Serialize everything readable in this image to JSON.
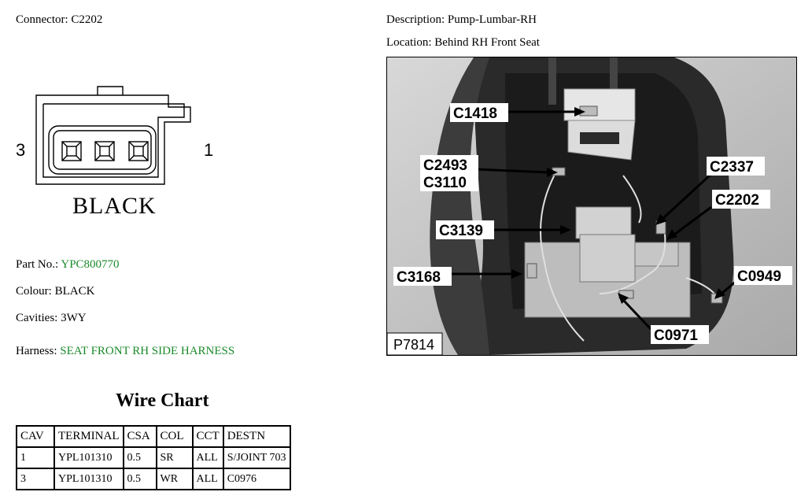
{
  "header": {
    "connector": "Connector: C2202",
    "description": "Description: Pump-Lumbar-RH",
    "location": "Location: Behind RH Front Seat"
  },
  "connector_diagram": {
    "pin_left": "3",
    "pin_right": "1",
    "color_label": "BLACK"
  },
  "details": {
    "part_label": "Part No.:",
    "part_value": "YPC800770",
    "colour": "Colour: BLACK",
    "cavities": "Cavities: 3WY",
    "harness_label": "Harness:",
    "harness_value": "SEAT FRONT RH SIDE HARNESS",
    "link_color": "#1a8a2a"
  },
  "wire_chart": {
    "title": "Wire Chart",
    "headers": [
      "CAV",
      "TERMINAL",
      "CSA",
      "COL",
      "CCT",
      "DESTN"
    ],
    "rows": [
      [
        "1",
        "YPL101310",
        "0.5",
        "SR",
        "ALL",
        "S/JOINT 703"
      ],
      [
        "3",
        "YPL101310",
        "0.5",
        "WR",
        "ALL",
        "C0976"
      ]
    ]
  },
  "photo": {
    "ref": "P7814",
    "callouts": [
      "C1418",
      "C2493",
      "C3110",
      "C2337",
      "C2202",
      "C3139",
      "C3168",
      "C0949",
      "C0971"
    ]
  }
}
